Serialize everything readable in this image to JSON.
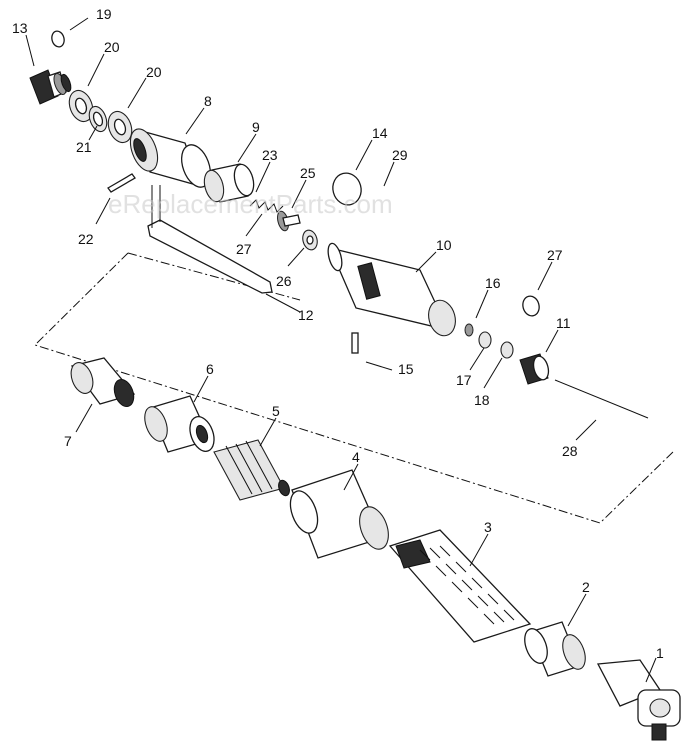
{
  "watermark": "eReplacementParts.com",
  "callouts": [
    {
      "key": "13",
      "label": "13"
    },
    {
      "key": "19",
      "label": "19"
    },
    {
      "key": "20a",
      "label": "20"
    },
    {
      "key": "20b",
      "label": "20"
    },
    {
      "key": "8",
      "label": "8"
    },
    {
      "key": "9",
      "label": "9"
    },
    {
      "key": "21",
      "label": "21"
    },
    {
      "key": "22",
      "label": "22"
    },
    {
      "key": "23",
      "label": "23"
    },
    {
      "key": "25",
      "label": "25"
    },
    {
      "key": "27a",
      "label": "27"
    },
    {
      "key": "26",
      "label": "26"
    },
    {
      "key": "14",
      "label": "14"
    },
    {
      "key": "29",
      "label": "29"
    },
    {
      "key": "10",
      "label": "10"
    },
    {
      "key": "27b",
      "label": "27"
    },
    {
      "key": "16",
      "label": "16"
    },
    {
      "key": "11",
      "label": "11"
    },
    {
      "key": "17",
      "label": "17"
    },
    {
      "key": "18",
      "label": "18"
    },
    {
      "key": "12",
      "label": "12"
    },
    {
      "key": "15",
      "label": "15"
    },
    {
      "key": "28",
      "label": "28"
    },
    {
      "key": "6",
      "label": "6"
    },
    {
      "key": "7",
      "label": "7"
    },
    {
      "key": "5",
      "label": "5"
    },
    {
      "key": "4",
      "label": "4"
    },
    {
      "key": "3",
      "label": "3"
    },
    {
      "key": "2",
      "label": "2"
    },
    {
      "key": "1",
      "label": "1"
    }
  ]
}
